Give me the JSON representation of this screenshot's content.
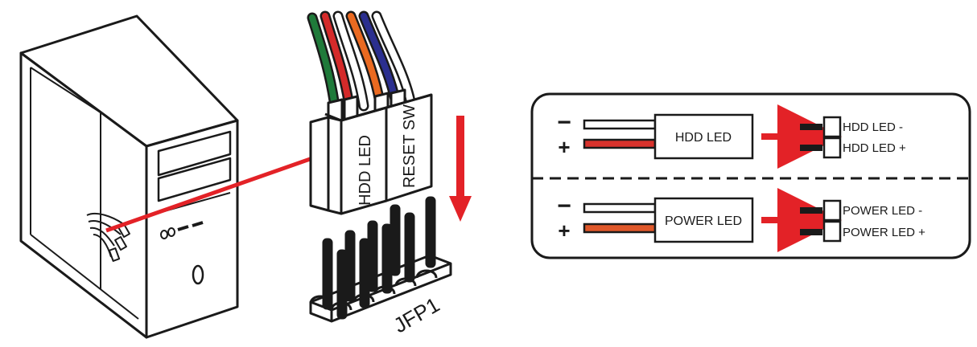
{
  "colors": {
    "line": "#1a1a1a",
    "red": "#e32227",
    "wire_green": "#1f7a3a",
    "wire_red": "#d42a2a",
    "wire_blue": "#2b2f8f",
    "wire_orange": "#ea6a21",
    "lead_red": "#d8322c",
    "lead_orange": "#e0582a"
  },
  "connectors": {
    "hdd_led": "HDD LED",
    "reset_sw": "RESET SW"
  },
  "header": {
    "label": "JFP1"
  },
  "legend": {
    "hdd": {
      "minus": "−",
      "plus": "+",
      "box_label": "HDD LED",
      "pin_minus": "HDD LED -",
      "pin_plus": "HDD LED +"
    },
    "power": {
      "minus": "−",
      "plus": "+",
      "box_label": "POWER LED",
      "pin_minus": "POWER LED -",
      "pin_plus": "POWER LED +"
    }
  }
}
